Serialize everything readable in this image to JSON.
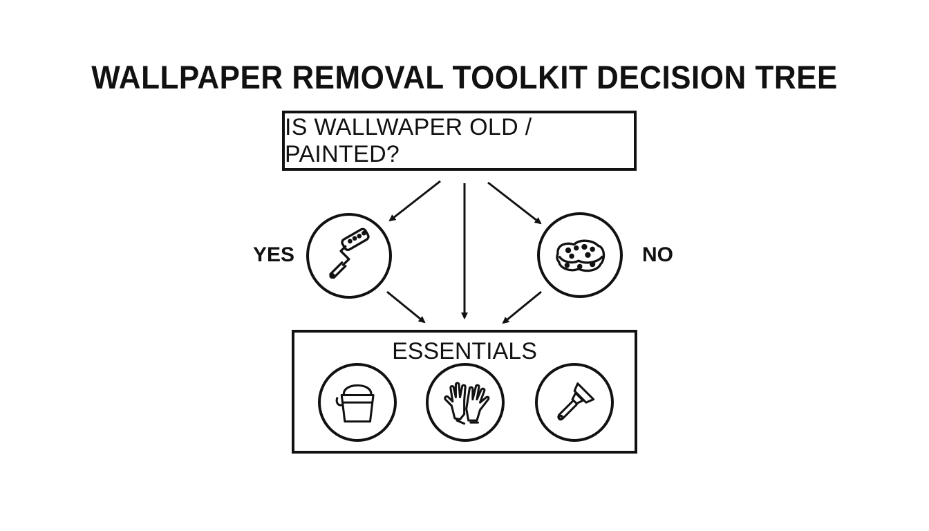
{
  "title": "WALLPAPER REMOVAL TOOLKIT DECISION TREE",
  "question": "IS WALLWAPER OLD / PAINTED?",
  "branches": {
    "yes": {
      "label": "YES",
      "icon": "paint-roller-icon"
    },
    "no": {
      "label": "NO",
      "icon": "sponge-icon"
    }
  },
  "essentials": {
    "title": "ESSENTIALS",
    "icons": [
      "bucket-icon",
      "gloves-icon",
      "scraper-icon"
    ]
  }
}
